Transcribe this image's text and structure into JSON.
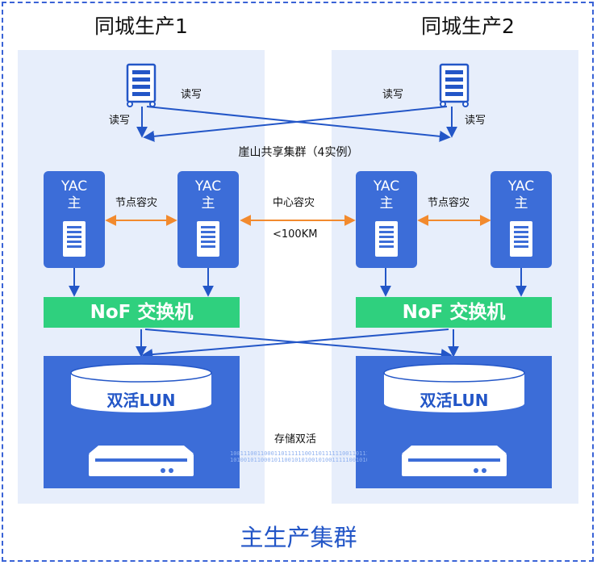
{
  "dc1": {
    "title": "同城生产1",
    "client_label_a": "读写",
    "client_label_b": "读写",
    "nodes": [
      {
        "name": "YAC",
        "role": "主"
      },
      {
        "name": "YAC",
        "role": "主"
      }
    ],
    "node_link_label": "节点容灾",
    "switch_label": "NoF 交换机",
    "lun_label": "双活LUN"
  },
  "dc2": {
    "title": "同城生产2",
    "client_label_a": "读写",
    "client_label_b": "读写",
    "nodes": [
      {
        "name": "YAC",
        "role": "主"
      },
      {
        "name": "YAC",
        "role": "主"
      }
    ],
    "node_link_label": "节点容灾",
    "switch_label": "NoF 交换机",
    "lun_label": "双活LUN"
  },
  "cluster_label": "崖山共享集群（4实例）",
  "center_link": {
    "label": "中心容灾",
    "distance": "<100KM"
  },
  "storage_link": {
    "label": "存储双活",
    "bits_top": "1001110011000110111111001101111110011011111111",
    "bits_bottom": "10100101100010110010101001010011111001010001010"
  },
  "main_title": "主生产集群",
  "colors": {
    "accent_blue": "#3c6dd8",
    "panel": "#e7eefb",
    "switch_green": "#2fd07e",
    "link_orange": "#f28a2e",
    "title_blue": "#2356c7"
  },
  "icons": {
    "server": "server-rack-icon"
  }
}
